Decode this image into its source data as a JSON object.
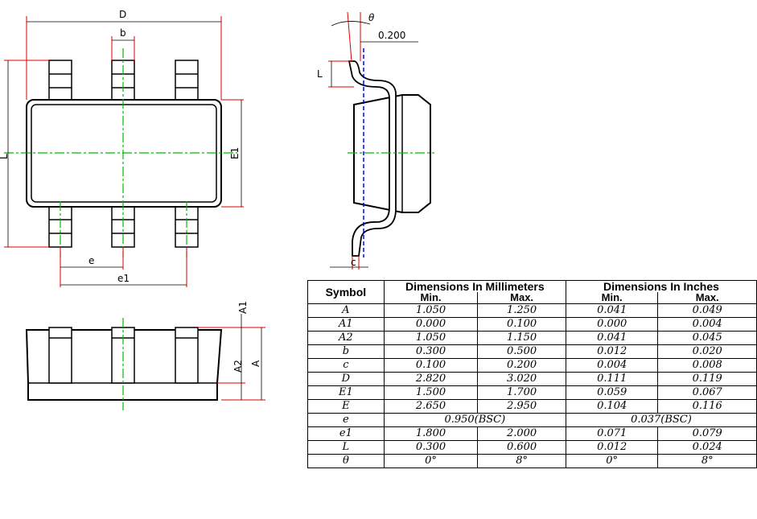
{
  "labels": {
    "D": "D",
    "b": "b",
    "L_left": "L",
    "E1": "E1",
    "e": "e",
    "e1": "e1",
    "A1": "A1",
    "A2": "A2",
    "A": "A",
    "theta": "θ",
    "tol": "0.200",
    "L_side": "L",
    "c": "c"
  },
  "table": {
    "header_symbol": "Symbol",
    "header_mm": "Dimensions In Millimeters",
    "header_in": "Dimensions In Inches",
    "sub_min": "Min.",
    "sub_max": "Max.",
    "rows": [
      {
        "sym": "A",
        "mm_min": "1.050",
        "mm_max": "1.250",
        "in_min": "0.041",
        "in_max": "0.049"
      },
      {
        "sym": "A1",
        "mm_min": "0.000",
        "mm_max": "0.100",
        "in_min": "0.000",
        "in_max": "0.004"
      },
      {
        "sym": "A2",
        "mm_min": "1.050",
        "mm_max": "1.150",
        "in_min": "0.041",
        "in_max": "0.045"
      },
      {
        "sym": "b",
        "mm_min": "0.300",
        "mm_max": "0.500",
        "in_min": "0.012",
        "in_max": "0.020"
      },
      {
        "sym": "c",
        "mm_min": "0.100",
        "mm_max": "0.200",
        "in_min": "0.004",
        "in_max": "0.008"
      },
      {
        "sym": "D",
        "mm_min": "2.820",
        "mm_max": "3.020",
        "in_min": "0.111",
        "in_max": "0.119"
      },
      {
        "sym": "E1",
        "mm_min": "1.500",
        "mm_max": "1.700",
        "in_min": "0.059",
        "in_max": "0.067"
      },
      {
        "sym": "E",
        "mm_min": "2.650",
        "mm_max": "2.950",
        "in_min": "0.104",
        "in_max": "0.116"
      },
      {
        "sym": "e",
        "mm_bsc": "0.950(BSC)",
        "in_bsc": "0.037(BSC)"
      },
      {
        "sym": "e1",
        "mm_min": "1.800",
        "mm_max": "2.000",
        "in_min": "0.071",
        "in_max": "0.079"
      },
      {
        "sym": "L",
        "mm_min": "0.300",
        "mm_max": "0.600",
        "in_min": "0.012",
        "in_max": "0.024"
      },
      {
        "sym": "θ",
        "mm_min": "0°",
        "mm_max": "8°",
        "in_min": "0°",
        "in_max": "8°"
      }
    ]
  }
}
